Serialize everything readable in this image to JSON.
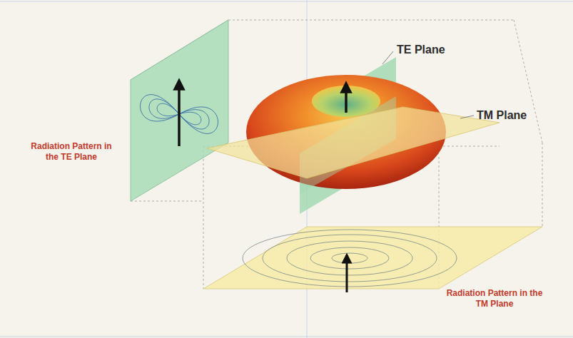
{
  "diagram": {
    "labels": [
      "TE Plane",
      "TM Plane",
      "Radiation Pattern in the TE Plane",
      "Radiation Pattern in the TM Plane"
    ]
  }
}
